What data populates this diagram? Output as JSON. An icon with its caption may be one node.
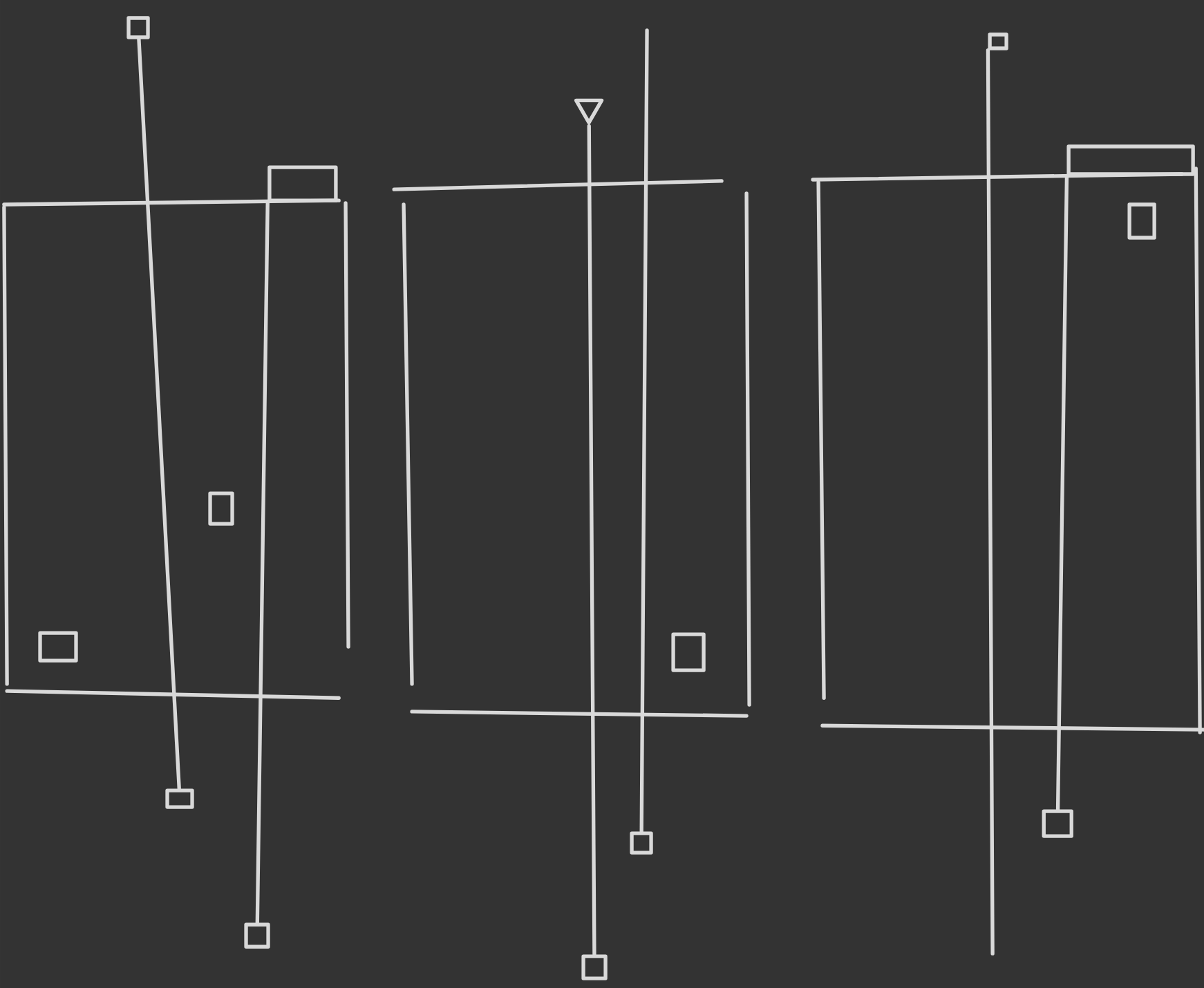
{
  "diagram": {
    "nodes": [
      {
        "text": [],
        "shape": "box"
      },
      {
        "text": [],
        "shape": "box"
      },
      {
        "text": [],
        "shape": "box"
      },
      {
        "text": [],
        "shape": "box"
      },
      {
        "text": [],
        "shape": "box"
      },
      {
        "text": [],
        "shape": "box"
      },
      {
        "text": [],
        "shape": "triangle"
      },
      {
        "text": [],
        "shape": "box"
      },
      {
        "text": [],
        "shape": "box"
      },
      {
        "text": [],
        "shape": "box"
      },
      {
        "text": [],
        "shape": "box"
      },
      {
        "text": [],
        "shape": "box"
      },
      {
        "text": [],
        "shape": "box"
      },
      {
        "text": [],
        "shape": "box"
      }
    ],
    "edges": [
      {
        "from": 0,
        "to": 4,
        "arrow": "none"
      },
      {
        "from": 1,
        "to": 5,
        "arrow": "none"
      },
      {
        "from": 6,
        "to": 9,
        "arrow": "none"
      },
      {
        "from": null,
        "to": 8,
        "arrow": "none"
      },
      {
        "from": 10,
        "to": null,
        "arrow": "none"
      },
      {
        "from": 11,
        "to": 13,
        "arrow": "none"
      }
    ]
  }
}
